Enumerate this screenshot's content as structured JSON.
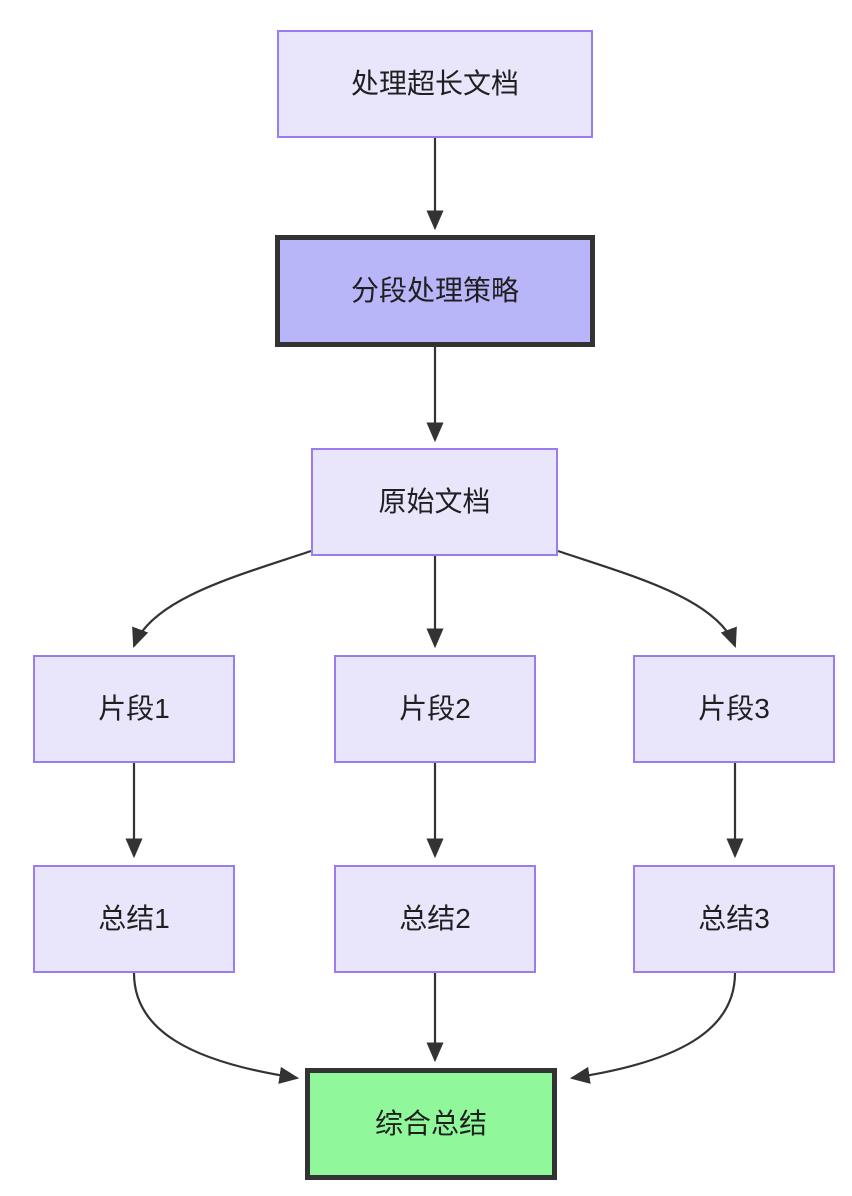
{
  "diagram": {
    "type": "flowchart",
    "direction": "top-down",
    "background_color": "#ffffff",
    "nodes": [
      {
        "id": "long-doc",
        "label": "处理超长文档",
        "style": "default",
        "fill": "#e9e6fc",
        "stroke": "#9a7cf0"
      },
      {
        "id": "strategy",
        "label": "分段处理策略",
        "style": "strategy",
        "fill": "#b8b6f8",
        "stroke": "#333333"
      },
      {
        "id": "source-doc",
        "label": "原始文档",
        "style": "default",
        "fill": "#e9e6fc",
        "stroke": "#9a7cf0"
      },
      {
        "id": "fragment-1",
        "label": "片段1",
        "style": "default",
        "fill": "#e9e6fc",
        "stroke": "#9a7cf0"
      },
      {
        "id": "fragment-2",
        "label": "片段2",
        "style": "default",
        "fill": "#e9e6fc",
        "stroke": "#9a7cf0"
      },
      {
        "id": "fragment-3",
        "label": "片段3",
        "style": "default",
        "fill": "#e9e6fc",
        "stroke": "#9a7cf0"
      },
      {
        "id": "summary-1",
        "label": "总结1",
        "style": "default",
        "fill": "#e9e6fc",
        "stroke": "#9a7cf0"
      },
      {
        "id": "summary-2",
        "label": "总结2",
        "style": "default",
        "fill": "#e9e6fc",
        "stroke": "#9a7cf0"
      },
      {
        "id": "summary-3",
        "label": "总结3",
        "style": "default",
        "fill": "#e9e6fc",
        "stroke": "#9a7cf0"
      },
      {
        "id": "final-summary",
        "label": "综合总结",
        "style": "final",
        "fill": "#90f79b",
        "stroke": "#333333"
      }
    ],
    "edges": [
      {
        "from": "long-doc",
        "to": "strategy",
        "shape": "straight"
      },
      {
        "from": "strategy",
        "to": "source-doc",
        "shape": "straight"
      },
      {
        "from": "source-doc",
        "to": "fragment-1",
        "shape": "curved"
      },
      {
        "from": "source-doc",
        "to": "fragment-2",
        "shape": "straight"
      },
      {
        "from": "source-doc",
        "to": "fragment-3",
        "shape": "curved"
      },
      {
        "from": "fragment-1",
        "to": "summary-1",
        "shape": "straight"
      },
      {
        "from": "fragment-2",
        "to": "summary-2",
        "shape": "straight"
      },
      {
        "from": "fragment-3",
        "to": "summary-3",
        "shape": "straight"
      },
      {
        "from": "summary-1",
        "to": "final-summary",
        "shape": "curved"
      },
      {
        "from": "summary-2",
        "to": "final-summary",
        "shape": "straight"
      },
      {
        "from": "summary-3",
        "to": "final-summary",
        "shape": "curved"
      }
    ],
    "edge_color": "#333333"
  }
}
